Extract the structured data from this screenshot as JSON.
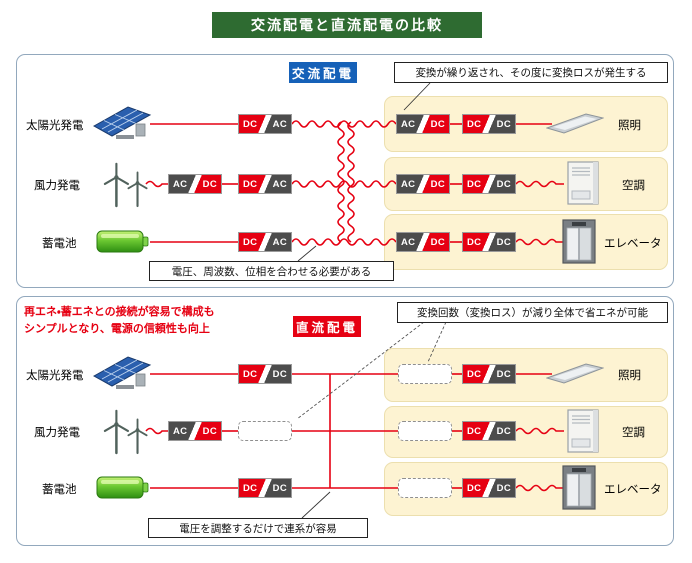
{
  "title": "交流配電と直流配電の比較",
  "conv": {
    "dc": "DC",
    "ac": "AC"
  },
  "icons": {
    "solar": "solar-panel-icon",
    "wind": "wind-turbine-icon",
    "battery": "storage-battery-icon",
    "light": "ceiling-light-icon",
    "aircon": "air-conditioner-icon",
    "elevator": "elevator-icon"
  },
  "colors": {
    "dc_red": "#e60012",
    "ac_gray": "#4c4c4c",
    "title_green": "#2e6b31",
    "ac_label_blue": "#1661b8",
    "load_box_beige": "#fdf3d2"
  },
  "ac_panel": {
    "label": "交流配電",
    "top_callout": "変換が繰り返され、その度に変換ロスが発生する",
    "bottom_callout": "電圧、周波数、位相を合わせる必要がある",
    "sources": [
      {
        "name": "太陽光発電"
      },
      {
        "name": "風力発電"
      },
      {
        "name": "蓄電池"
      }
    ],
    "loads": [
      {
        "name": "照明"
      },
      {
        "name": "空調"
      },
      {
        "name": "エレベータ"
      }
    ]
  },
  "dc_panel": {
    "label": "直流配電",
    "note_line1": "再エネ・蓄エネとの接続が容易で構成も",
    "note_line2": "シンプルとなり、電源の信頼性も向上",
    "top_callout": "変換回数（変換ロス）が減り全体で省エネが可能",
    "bottom_callout": "電圧を調整するだけで連系が容易",
    "sources": [
      {
        "name": "太陽光発電"
      },
      {
        "name": "風力発電"
      },
      {
        "name": "蓄電池"
      }
    ],
    "loads": [
      {
        "name": "照明"
      },
      {
        "name": "空調"
      },
      {
        "name": "エレベータ"
      }
    ]
  }
}
